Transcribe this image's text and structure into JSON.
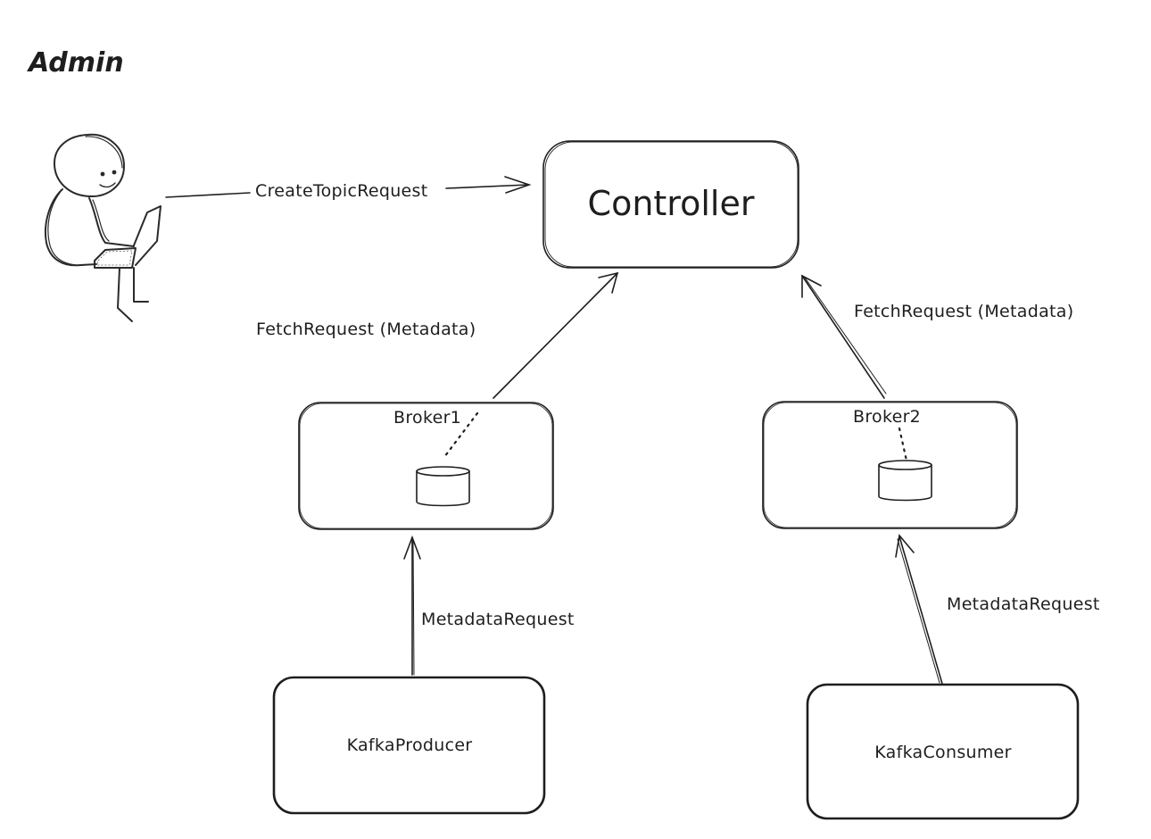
{
  "diagram": {
    "title": "Admin",
    "controller": {
      "label": "Controller"
    },
    "brokers": [
      {
        "label": "Broker1"
      },
      {
        "label": "Broker2"
      }
    ],
    "clients": [
      {
        "label": "KafkaProducer"
      },
      {
        "label": "KafkaConsumer"
      }
    ],
    "edges": [
      {
        "from": "Admin",
        "to": "Controller",
        "label": "CreateTopicRequest"
      },
      {
        "from": "Broker1",
        "to": "Controller",
        "label": "FetchRequest (Metadata)"
      },
      {
        "from": "Broker2",
        "to": "Controller",
        "label": "FetchRequest (Metadata)"
      },
      {
        "from": "KafkaProducer",
        "to": "Broker1",
        "label": "MetadataRequest"
      },
      {
        "from": "KafkaConsumer",
        "to": "Broker2",
        "label": "MetadataRequest"
      }
    ]
  },
  "colors": {
    "stroke": "#1e1e1e",
    "background": "#ffffff"
  }
}
